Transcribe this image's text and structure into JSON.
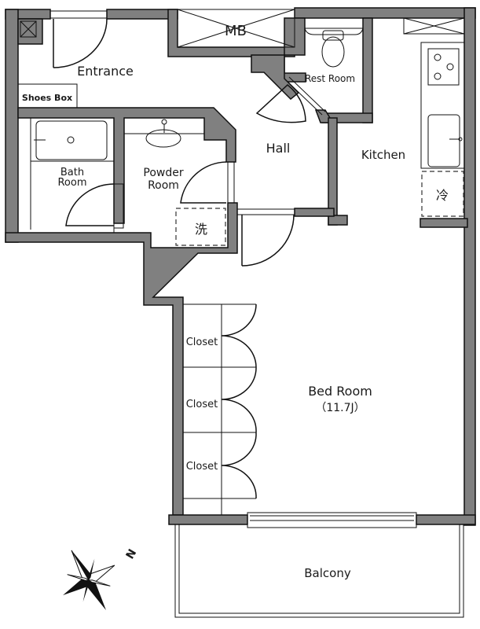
{
  "floorplan": {
    "colors": {
      "wall": "#808080",
      "line": "#111111",
      "background": "#ffffff",
      "text": "#1a1a1a"
    },
    "rooms": {
      "entrance": "Entrance",
      "shoes_box": "Shoes Box",
      "mb": "MB",
      "rest_room": "Rest Room",
      "hall": "Hall",
      "kitchen": "Kitchen",
      "bath_room_1": "Bath",
      "bath_room_2": "Room",
      "powder_room_1": "Powder",
      "powder_room_2": "Room",
      "washer": "洗",
      "fridge": "冷",
      "closets": [
        "Closet",
        "Closet",
        "Closet"
      ],
      "bed_room": "Bed Room",
      "bed_room_size": "（11.7J）",
      "balcony": "Balcony"
    },
    "compass": {
      "label": "N",
      "icon": "compass-rose-icon"
    }
  }
}
